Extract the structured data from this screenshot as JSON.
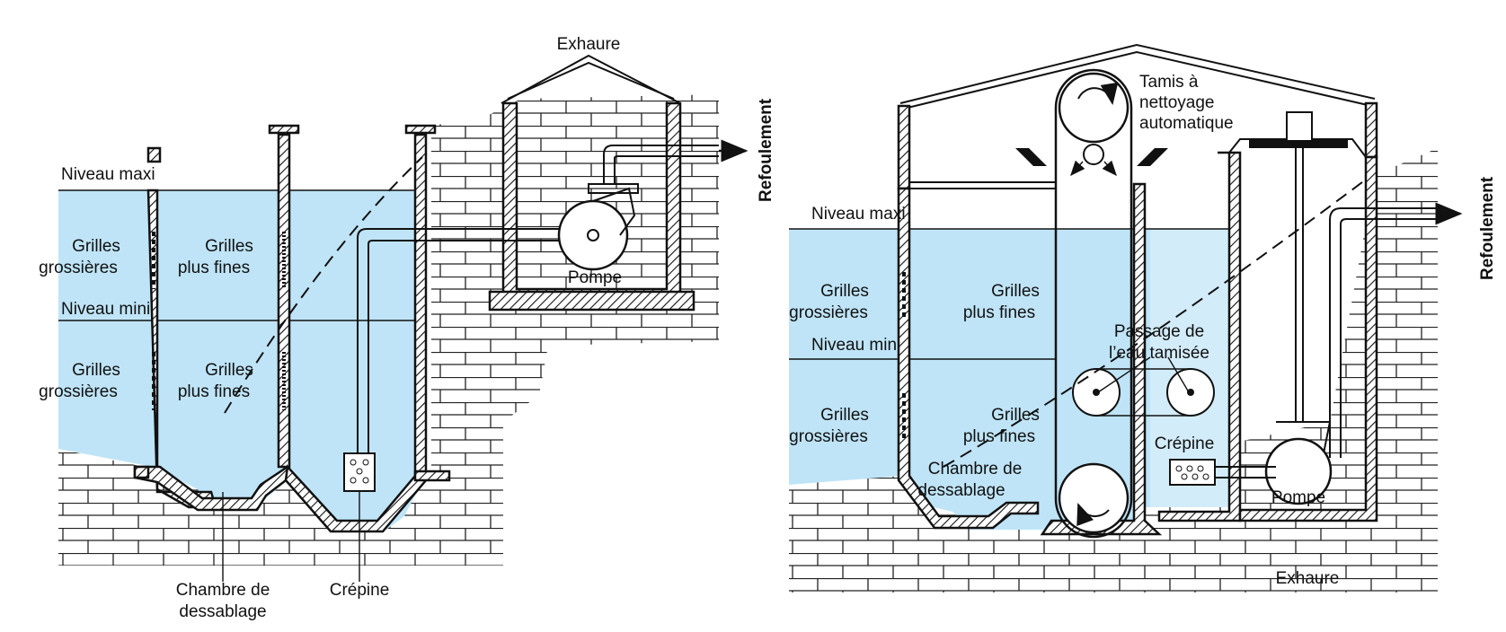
{
  "left_diagram": {
    "exhaure": "Exhaure",
    "refoulement": "Refoulement",
    "niveau_maxi": "Niveau maxi",
    "niveau_mini": "Niveau mini",
    "grilles_grossieres_1": [
      "Grilles",
      "grossières"
    ],
    "grilles_grossieres_2": [
      "Grilles",
      "grossières"
    ],
    "grilles_fines_1": [
      "Grilles",
      "plus fines"
    ],
    "grilles_fines_2": [
      "Grilles",
      "plus fines"
    ],
    "pompe": "Pompe",
    "chambre": [
      "Chambre de",
      "dessablage"
    ],
    "crepine": "Crépine"
  },
  "right_diagram": {
    "tamis": [
      "Tamis à",
      "nettoyage",
      "automatique"
    ],
    "refoulement": "Refoulement",
    "niveau_maxi": "Niveau maxi",
    "niveau_mini": "Niveau mini",
    "grilles_grossieres_1": [
      "Grilles",
      "grossières"
    ],
    "grilles_grossieres_2": [
      "Grilles",
      "grossières"
    ],
    "grilles_fines_1": [
      "Grilles",
      "plus fines"
    ],
    "grilles_fines_2": [
      "Grilles",
      "plus fines"
    ],
    "passage": [
      "Passage de",
      "l’eau tamisée"
    ],
    "crepine": "Crépine",
    "chambre": [
      "Chambre de",
      "dessablage"
    ],
    "pompe": "Pompe",
    "exhaure": "Exhaure"
  },
  "colors": {
    "water": "#bfe4f7",
    "water_light": "#d3ecfa",
    "ink": "#111111"
  }
}
